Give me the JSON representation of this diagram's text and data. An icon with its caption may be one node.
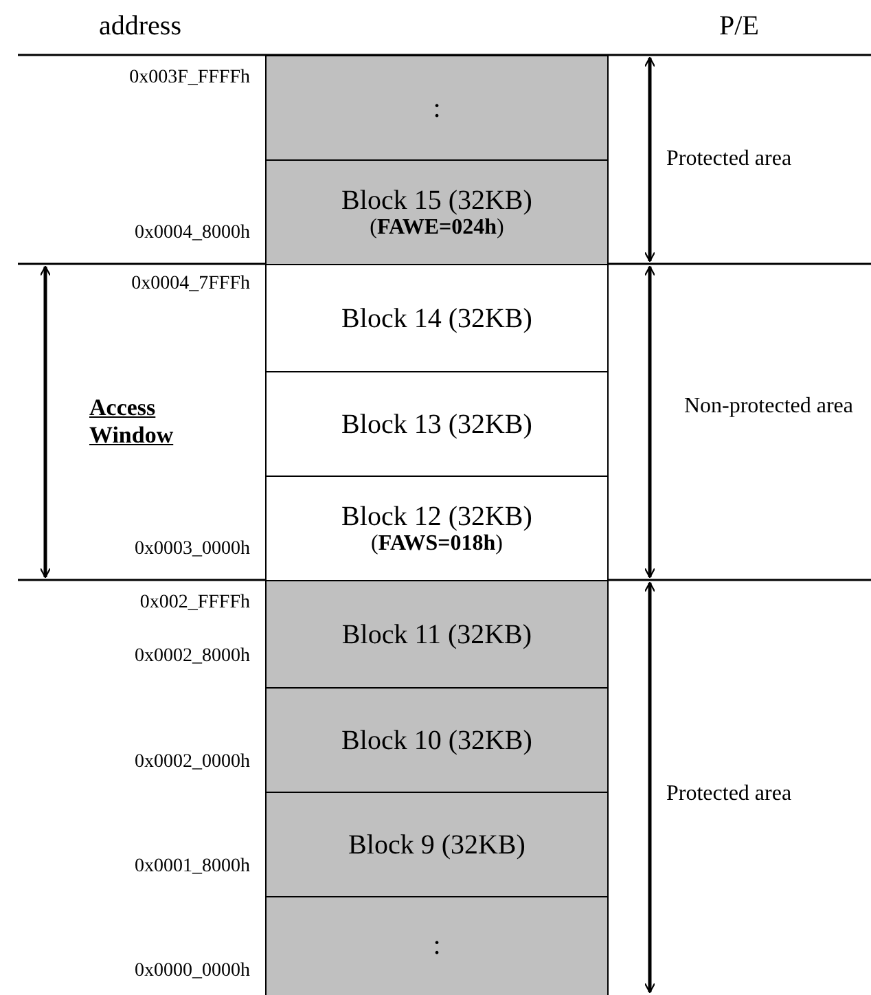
{
  "diagram": {
    "nodes": [
      {
        "text": [
          ":"
        ]
      },
      {
        "text": [
          "Block 15 (32KB)",
          "(**FAWE=024h**)"
        ]
      },
      {
        "text": [
          "Block 14 (32KB)"
        ]
      },
      {
        "text": [
          "Block 13 (32KB)"
        ]
      },
      {
        "text": [
          "Block 12 (32KB)",
          "(**FAWS=018h**)"
        ]
      },
      {
        "text": [
          "Block 11 (32KB)"
        ]
      },
      {
        "text": [
          "Block 10 (32KB)"
        ]
      },
      {
        "text": [
          "Block 9 (32KB)"
        ]
      },
      {
        "text": [
          ":"
        ]
      }
    ],
    "labels": [
      "address",
      "P/E",
      "0x003F_FFFFh",
      "Protected area",
      "0x0004_8000h",
      "0x0004_7FFFh",
      "Access Window",
      "Non-protected area",
      "0x0003_0000h",
      "0x002_FFFFh",
      "0x0002_8000h",
      "0x0002_0000h",
      "Protected area",
      "0x0001_8000h",
      "0x0000_0000h"
    ]
  }
}
